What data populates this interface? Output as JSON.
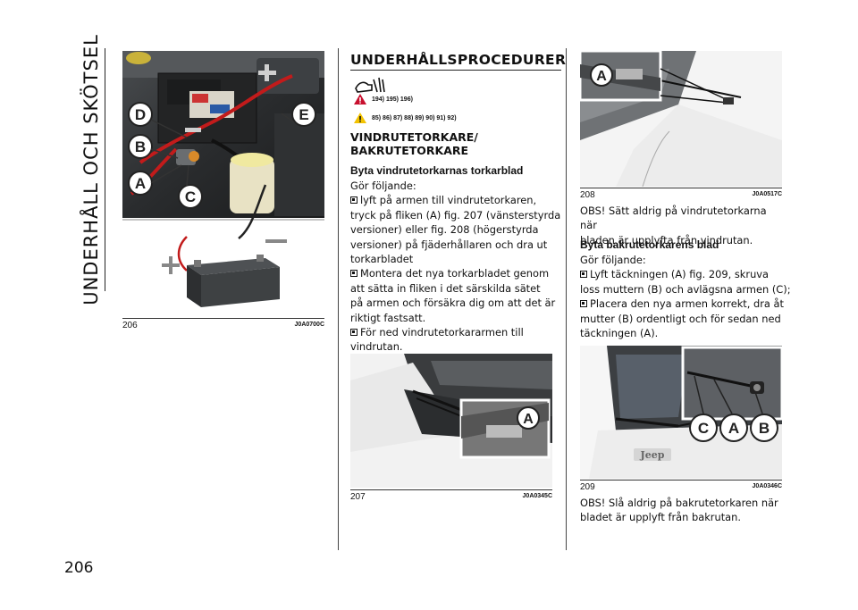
{
  "side_title": "UNDERHÅLL OCH SKÖTSEL",
  "page_number": "206",
  "figures": {
    "fig206": {
      "number": "206",
      "code": "J0A0700C",
      "labels": [
        "D",
        "E",
        "B",
        "A",
        "C"
      ]
    },
    "fig207": {
      "number": "207",
      "code": "J0A0345C",
      "labels": [
        "A"
      ]
    },
    "fig208": {
      "number": "208",
      "code": "J0A0517C",
      "labels": [
        "A"
      ]
    },
    "fig209": {
      "number": "209",
      "code": "J0A0346C",
      "labels": [
        "C",
        "A",
        "B"
      ],
      "brand": "Jeep"
    }
  },
  "section_title": "UNDERHÅLLSPROCEDURER",
  "warning_refs": {
    "danger": "194)  195)  196)",
    "caution": "85)  86)  87)  88)  89)  90)  91)  92)"
  },
  "sub_title_line1": "VINDRUTETORKARE/",
  "sub_title_line2": "BAKRUTETORKARE",
  "front": {
    "heading": "Byta vindrutetorkarnas torkarblad",
    "intro": "Gör följande:",
    "steps": [
      {
        "first": "lyft på armen till vindrutetorkaren,",
        "rest": [
          "tryck på fliken (A) fig. 207 (vänsterstyrda",
          "versioner) eller fig. 208 (högerstyrda",
          "versioner) på fjäderhållaren och dra ut",
          "torkarbladet"
        ]
      },
      {
        "first": "Montera det nya torkarbladet genom",
        "rest": [
          "att sätta in fliken i det särskilda sätet",
          "på armen och försäkra dig om att det är",
          "riktigt fastsatt."
        ]
      },
      {
        "first": "För ned vindrutetorkararmen till",
        "rest": [
          "vindrutan."
        ]
      }
    ],
    "note": [
      "OBS! Sätt aldrig på vindrutetorkarna när",
      "bladen är upplyfta från vindrutan."
    ]
  },
  "rear": {
    "heading": "Byta bakrutetorkarens blad",
    "intro": "Gör följande:",
    "steps": [
      {
        "first": "Lyft täckningen (A) fig. 209, skruva",
        "rest": [
          "loss muttern (B) och avlägsna armen (C);"
        ]
      },
      {
        "first": "Placera den nya armen korrekt, dra åt",
        "rest": [
          "mutter (B) ordentligt och för sedan ned",
          "täckningen (A)."
        ]
      }
    ],
    "note": [
      "OBS! Slå aldrig på bakrutetorkaren när",
      "bladet är upplyft från bakrutan."
    ]
  }
}
